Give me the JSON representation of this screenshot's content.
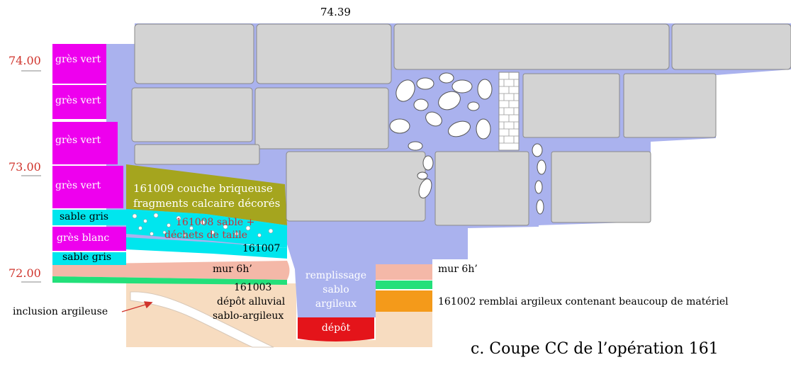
{
  "top_elevation": "74.39",
  "elevations": [
    "74.00",
    "73.00",
    "72.00"
  ],
  "layers_left": [
    "grès vert",
    "grès vert",
    "grès vert",
    "grès vert",
    "sable gris",
    "grès blanc",
    "sable gris"
  ],
  "labels": {
    "l161009_a": "161009 couche briqueuse",
    "l161009_b": "fragments calcaire décorés",
    "l161008_a": "161008 sable +",
    "l161008_b": "déchets de taille",
    "l161007": "161007",
    "mur_left": "mur 6h’",
    "l161003_a": "161003",
    "l161003_b": "dépôt alluvial",
    "l161003_c": "sablo-argileux",
    "inclusion": "inclusion argileuse",
    "remplissage_a": "remplissage",
    "remplissage_b": "sablo",
    "remplissage_c": "argileux",
    "depot": "dépôt",
    "mur_right": "mur 6h’",
    "l161002": "161002 remblai argileux contenant beaucoup de matériel"
  },
  "caption": "c. Coupe CC de l’opération 161",
  "colors": {
    "mortar": "#aab2ee",
    "stone": "#d3d3d3",
    "gres_vert": "#ee00ee",
    "sable_gris": "#00e6ee",
    "briqueuse": "#a5a51e",
    "mur": "#f4b8a8",
    "alluvial": "#f7dcc0",
    "green_band": "#23e07a",
    "orange": "#f49a1a",
    "depot": "#e4141a",
    "elevation_text": "#d0342c"
  }
}
